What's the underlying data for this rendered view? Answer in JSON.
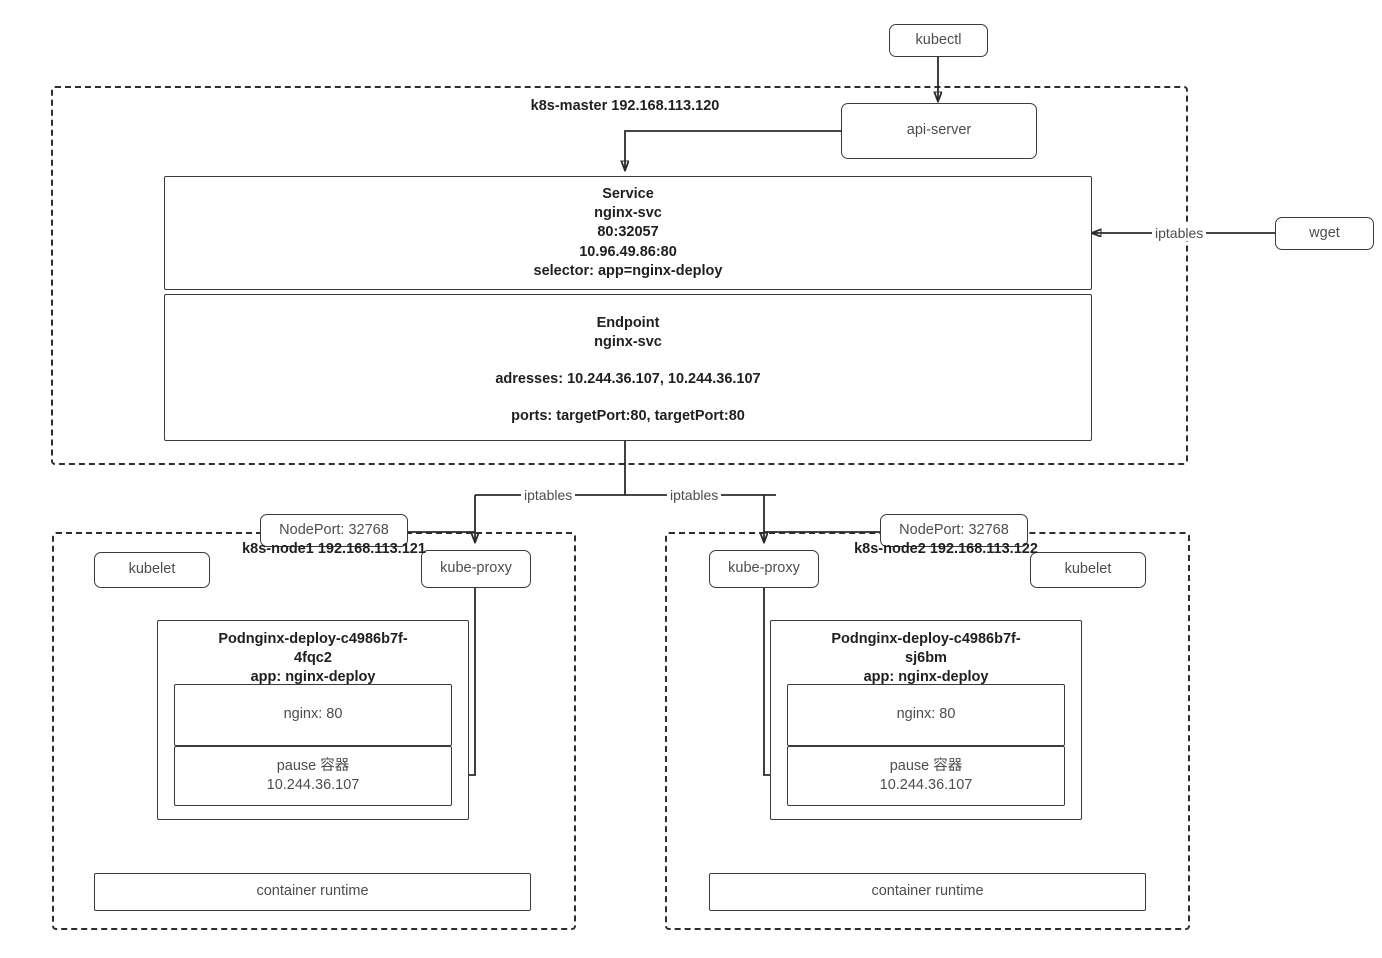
{
  "diagram": {
    "title": "Kubernetes nginx-svc Service / Endpoint / NodePort topology",
    "colors": {
      "line": "#2b2b2b",
      "box_border": "#3b3b3b",
      "text_muted": "#4d4d4d",
      "text_strong": "#1f1f1f",
      "background": "#ffffff"
    }
  },
  "external": {
    "kubectl": "kubectl",
    "wget": "wget"
  },
  "master": {
    "name": "k8s-master",
    "ip": "192.168.113.120",
    "api_server": "api-server",
    "service": {
      "kind": "Service",
      "name": "nginx-svc",
      "port_mapping": "80:32057",
      "cluster_ip": "10.96.49.86:80",
      "selector": "selector: app=nginx-deploy"
    },
    "endpoint": {
      "kind": "Endpoint",
      "name": "nginx-svc",
      "addresses": "adresses: 10.244.36.107, 10.244.36.107",
      "ports": "ports: targetPort:80, targetPort:80"
    }
  },
  "edge_labels": {
    "iptables_wget": "iptables",
    "iptables_left": "iptables",
    "iptables_right": "iptables"
  },
  "nodes": [
    {
      "name": "k8s-node1",
      "ip": "192.168.113.121",
      "nodeport": "NodePort: 32768",
      "kubelet": "kubelet",
      "kube_proxy": "kube-proxy",
      "container_runtime": "container runtime",
      "pod": {
        "name_line1": "Podnginx-deploy-c4986b7f-",
        "name_line2": "4fqc2",
        "label": "app: nginx-deploy",
        "containers": [
          {
            "title": "nginx: 80",
            "sub": ""
          },
          {
            "title": "pause 容器",
            "sub": "10.244.36.107"
          }
        ]
      }
    },
    {
      "name": "k8s-node2",
      "ip": "192.168.113.122",
      "nodeport": "NodePort: 32768",
      "kubelet": "kubelet",
      "kube_proxy": "kube-proxy",
      "container_runtime": "container runtime",
      "pod": {
        "name_line1": "Podnginx-deploy-c4986b7f-",
        "name_line2": "sj6bm",
        "label": "app: nginx-deploy",
        "containers": [
          {
            "title": "nginx: 80",
            "sub": ""
          },
          {
            "title": "pause 容器",
            "sub": "10.244.36.107"
          }
        ]
      }
    }
  ]
}
